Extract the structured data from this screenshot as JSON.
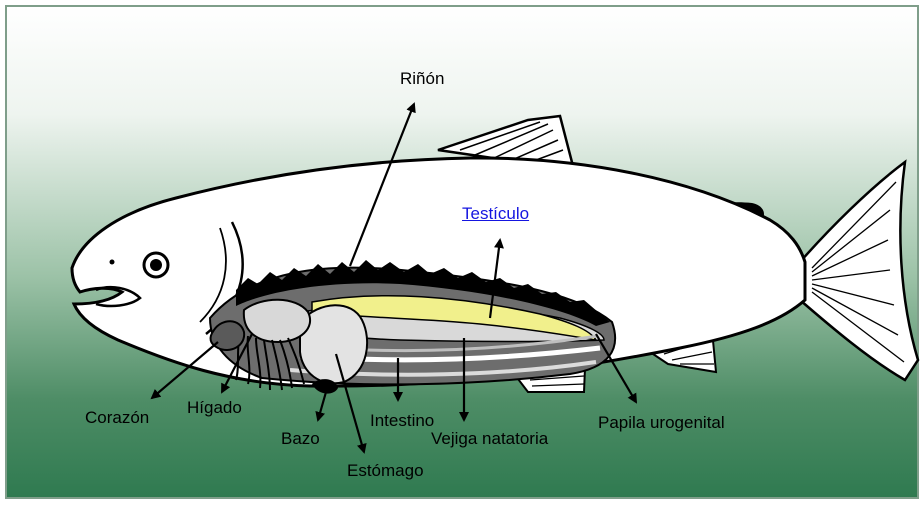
{
  "colors": {
    "background_top": "#ffffff",
    "background_bottom": "#2f7a50",
    "link": "#1515e0",
    "testicle": "#f1f08c",
    "kidney": "#000000"
  },
  "labels": {
    "kidney": "Riñón",
    "testicle": "Testículo",
    "heart": "Corazón",
    "liver": "Hígado",
    "spleen": "Bazo",
    "intestine": "Intestino",
    "stomach": "Estómago",
    "swim_bladder": "Vejiga natatoria",
    "urogenital_papilla": "Papila urogenital"
  }
}
